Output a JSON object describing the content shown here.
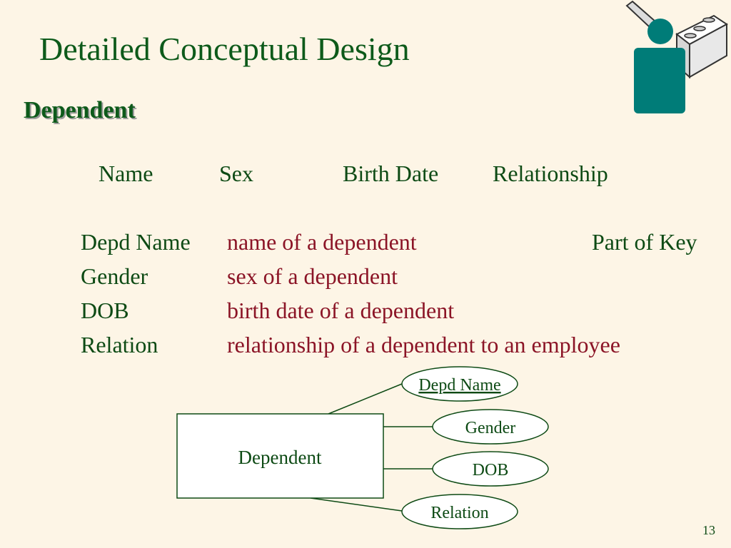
{
  "slide": {
    "title": "Detailed Conceptual Design",
    "subtitle": "Dependent",
    "page_number": "13"
  },
  "headers": [
    "Name",
    "Sex",
    "Birth Date",
    "Relationship"
  ],
  "attributes": [
    {
      "name": "Depd Name",
      "description": "name of a dependent",
      "note": "Part of Key"
    },
    {
      "name": "Gender",
      "description": "sex of a dependent",
      "note": ""
    },
    {
      "name": "DOB",
      "description": "birth date of a dependent",
      "note": ""
    },
    {
      "name": "Relation",
      "description": "relationship of a dependent to an employee",
      "note": ""
    }
  ],
  "diagram": {
    "entity": "Dependent",
    "attributes": [
      {
        "label": "Depd Name",
        "is_key": true
      },
      {
        "label": "Gender",
        "is_key": false
      },
      {
        "label": "DOB",
        "is_key": false
      },
      {
        "label": "Relation",
        "is_key": false
      }
    ]
  },
  "colors": {
    "background": "#fdf5e6",
    "title": "#0d5a1a",
    "description": "#8b1426",
    "figure": "#007c78"
  },
  "icons": [
    "person-at-computer-icon"
  ]
}
